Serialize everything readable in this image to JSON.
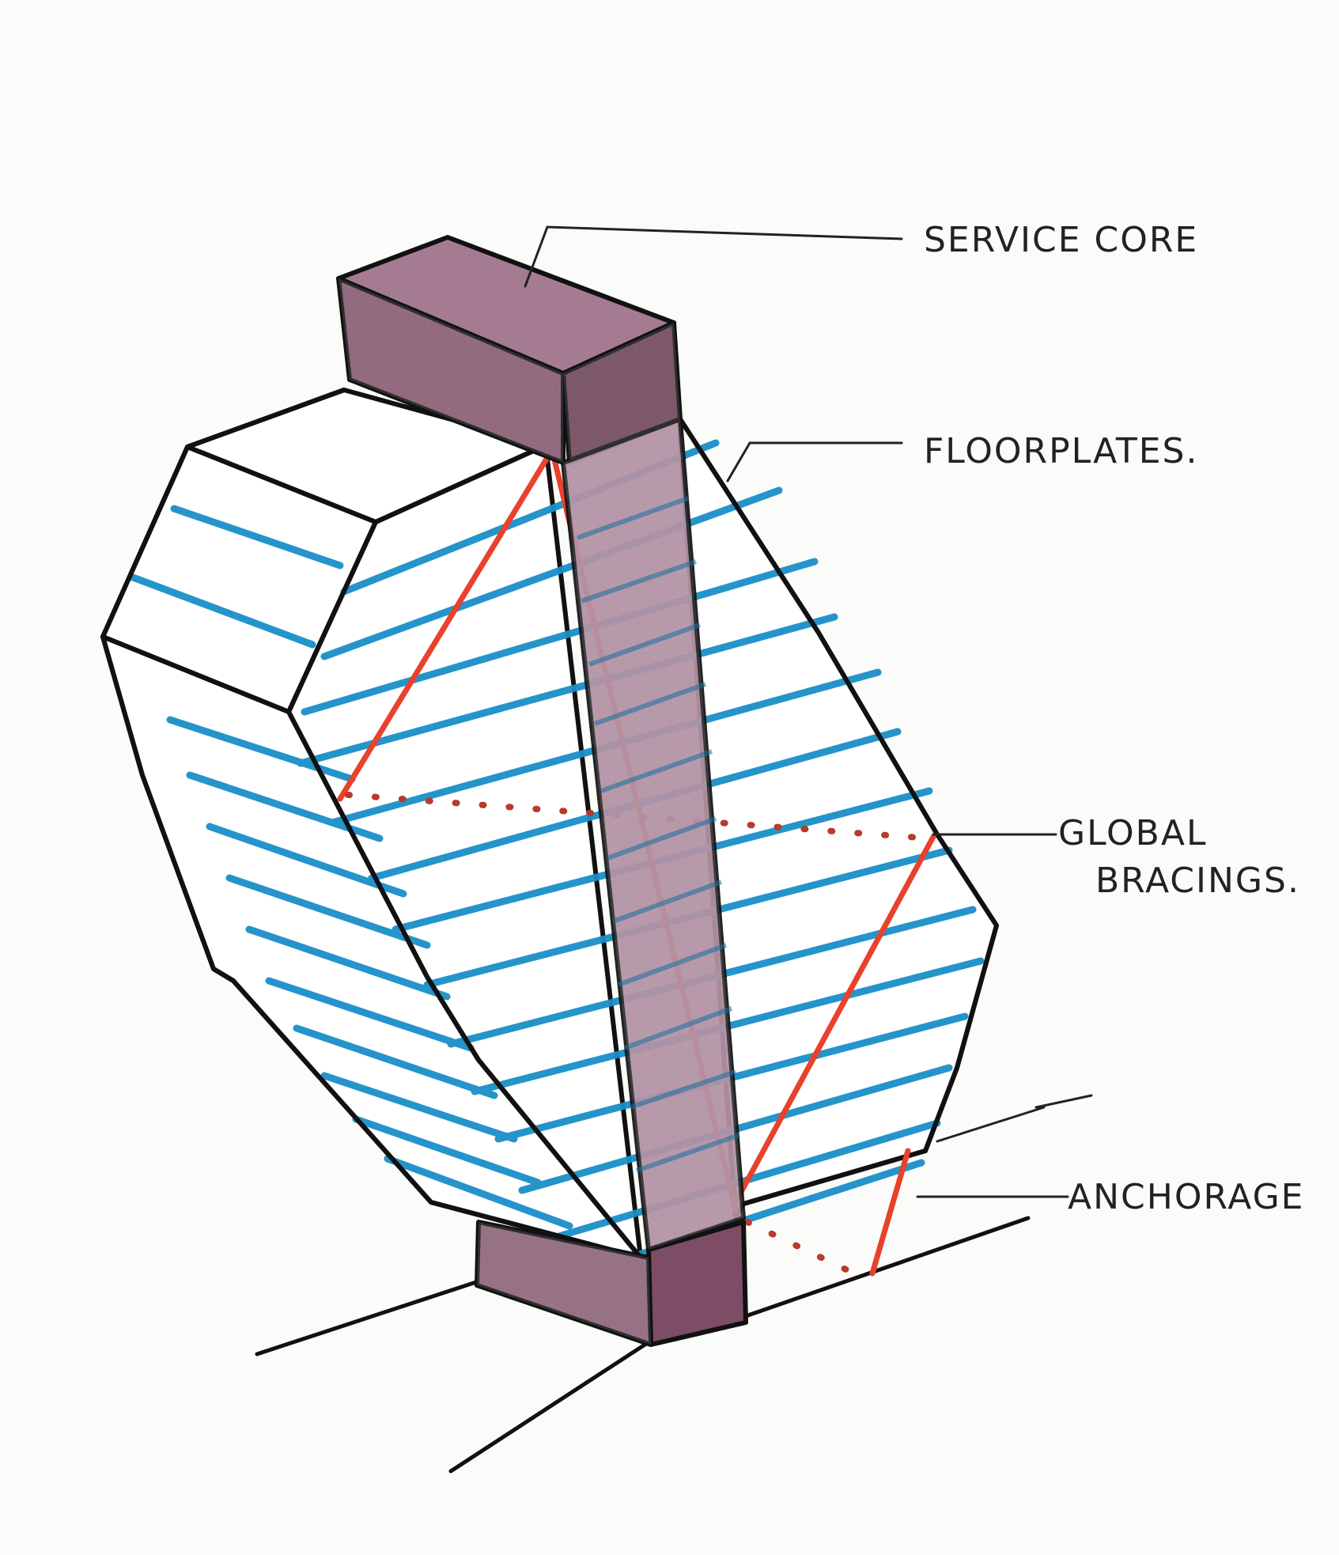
{
  "colors": {
    "ink": "#111111",
    "core": "#8a5a72",
    "core_light": "#b18aa0",
    "floorplate": "#1a8fc9",
    "bracing": "#e8412c",
    "paper": "#fbfbf9"
  },
  "labels": {
    "service_core": "SERVICE CORE",
    "floorplates": "FLOORPLATES.",
    "global_bracings_line1": "GLOBAL",
    "global_bracings_line2": "BRACINGS.",
    "anchorage": "ANCHORAGE"
  }
}
